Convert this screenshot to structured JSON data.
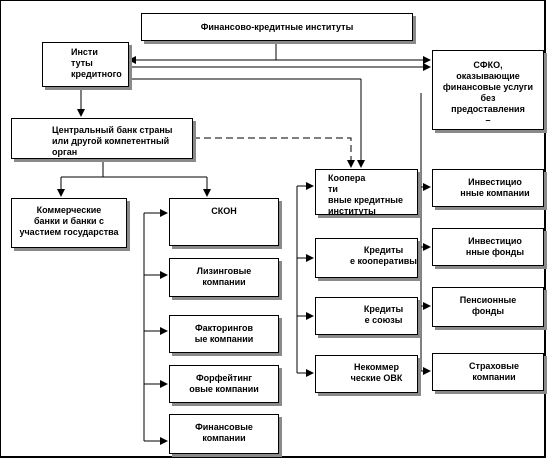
{
  "nodes": {
    "fki": "Финансово-кредитные институты",
    "ik": "Инсти\nтуты\nкредитного",
    "sfko": "СФКО,\nоказывающие\nфинансовые услуги\nбез\nпредоставления\n–",
    "cb": "Центральный банк страны\nили другой компетентный орган",
    "kb": "Коммерческие\nбанки и банки с\nучастием государства",
    "skon": "СКОН",
    "lizing": "Лизинговые\nкомпании",
    "faktor": "Факторингов\nые компании",
    "forfeit": "Форфейтинг\nовые компании",
    "fin": "Финансовые\nкомпании",
    "kki": "Коопера\nти\nвные кредитные\nинституты",
    "kredkoop": "Кредиты\nе кооперативы",
    "kredsoyuz": "Кредиты\nе союзы",
    "nekomm": "Некоммер\nческие ОВК",
    "invcomp": "Инвестицио\nнные компании",
    "invfond": "Инвестицио\nнные фонды",
    "pens": "Пенсионные\nфонды",
    "strah": "Страховые\nкомпании"
  }
}
